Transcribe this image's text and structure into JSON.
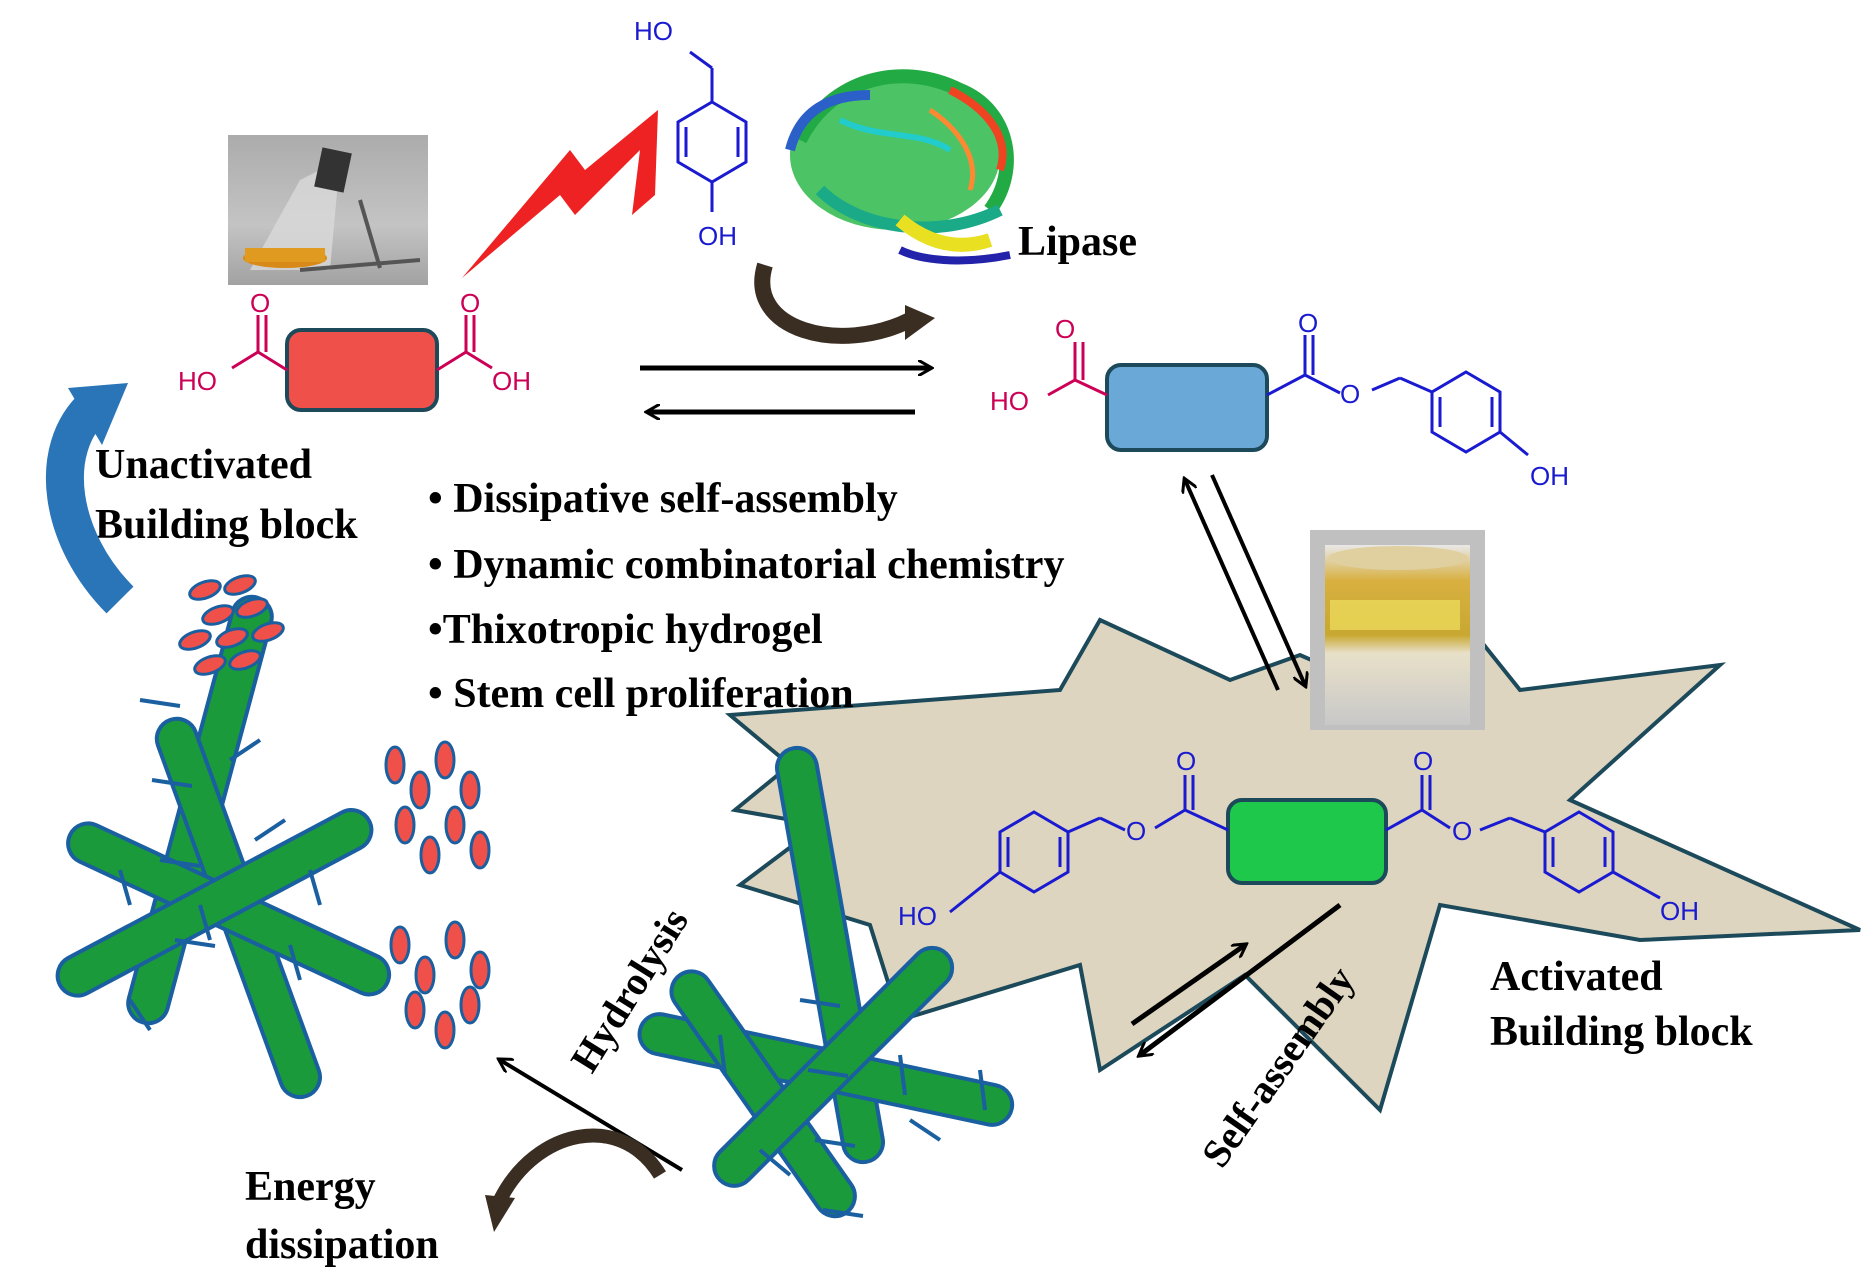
{
  "labels": {
    "lipase": "Lipase",
    "unactivated_line1": "Unactivated",
    "unactivated_line2": "Building block",
    "activated_line1": "Activated",
    "activated_line2": "Building block",
    "hydrolysis": "Hydrolysis",
    "self_assembly": "Self-assembly",
    "energy_line1": "Energy",
    "energy_line2": "dissipation"
  },
  "bullets": [
    "• Dissipative self-assembly",
    "• Dynamic combinatorial chemistry",
    "•Thixotropic hydrogel",
    "• Stem cell proliferation"
  ],
  "chem": {
    "oxygen": "O",
    "ho": "HO",
    "oh": "OH"
  },
  "colors": {
    "unactivated_block": "#f0504a",
    "intermediate_block": "#6aa8d8",
    "activated_block": "#1ec84a",
    "acid_text": "#cc0055",
    "ester_text": "#1a1ad0",
    "fiber_green": "#1a9a3a",
    "fiber_edge": "#1a5fa0",
    "star_fill": "#ddd5c0",
    "arrow_blue": "#2a74b8"
  }
}
